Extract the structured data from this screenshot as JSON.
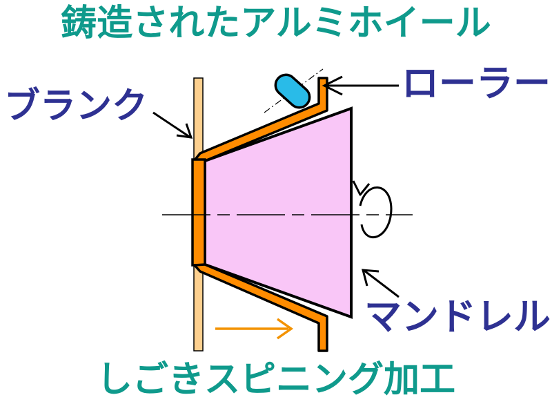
{
  "title_top": "鋳造されたアルミホイール",
  "title_bottom": "しごきスピニング加工",
  "labels": {
    "roller": "ローラー",
    "blank": "ブランク",
    "mandrel": "マンドレル"
  },
  "colors": {
    "title": "#0f9a8c",
    "label": "#2e3192",
    "mandrel_fill": "#f9c6f7",
    "workpiece": "#ff8c00",
    "blank_fill": "#fdd08f",
    "roller_fill": "#29bbe8",
    "feed_arrow": "#f39200"
  }
}
